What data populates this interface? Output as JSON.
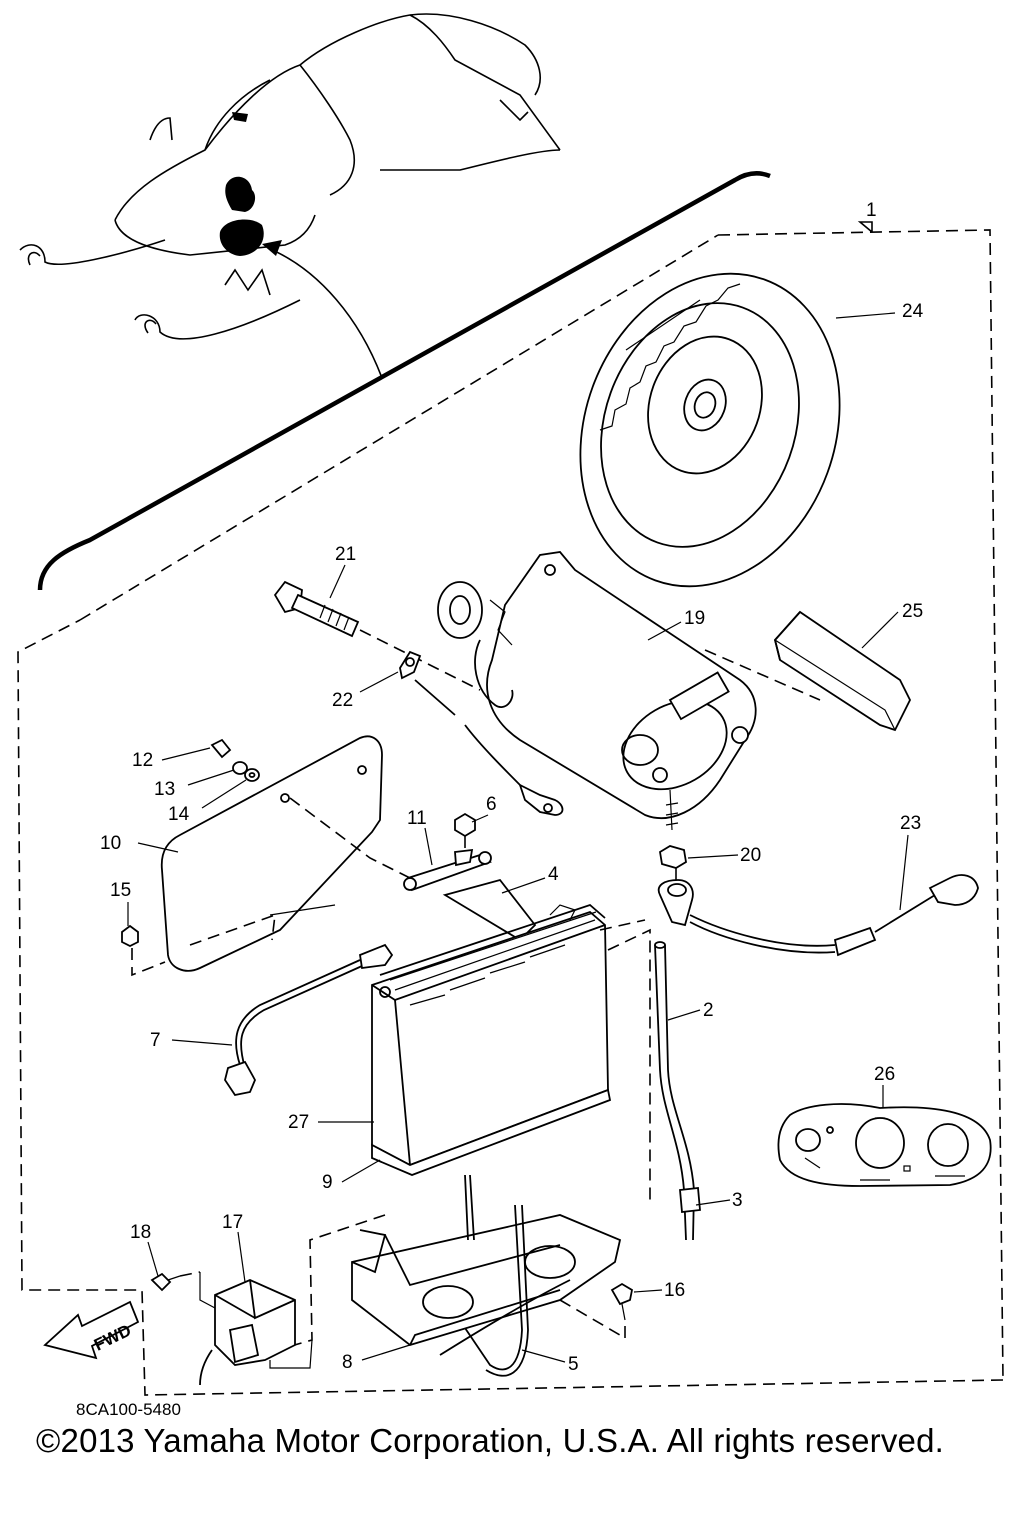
{
  "callouts": [
    {
      "id": "c1",
      "text": "1"
    },
    {
      "id": "c2",
      "text": "2"
    },
    {
      "id": "c3",
      "text": "3"
    },
    {
      "id": "c4",
      "text": "4"
    },
    {
      "id": "c5",
      "text": "5"
    },
    {
      "id": "c6",
      "text": "6"
    },
    {
      "id": "c7",
      "text": "7"
    },
    {
      "id": "c8",
      "text": "8"
    },
    {
      "id": "c9",
      "text": "9"
    },
    {
      "id": "c10",
      "text": "10"
    },
    {
      "id": "c11",
      "text": "11"
    },
    {
      "id": "c12",
      "text": "12"
    },
    {
      "id": "c13",
      "text": "13"
    },
    {
      "id": "c14",
      "text": "14"
    },
    {
      "id": "c15",
      "text": "15"
    },
    {
      "id": "c16",
      "text": "16"
    },
    {
      "id": "c17",
      "text": "17"
    },
    {
      "id": "c18",
      "text": "18"
    },
    {
      "id": "c19",
      "text": "19"
    },
    {
      "id": "c20",
      "text": "20"
    },
    {
      "id": "c21",
      "text": "21"
    },
    {
      "id": "c22",
      "text": "22"
    },
    {
      "id": "c23",
      "text": "23"
    },
    {
      "id": "c24",
      "text": "24"
    },
    {
      "id": "c25",
      "text": "25"
    },
    {
      "id": "c26",
      "text": "26"
    },
    {
      "id": "c27",
      "text": "27"
    }
  ],
  "direction_label": "FWD",
  "diagram_code": "8CA100-5480",
  "copyright": "©2013 Yamaha Motor Corporation, U.S.A. All rights reserved."
}
